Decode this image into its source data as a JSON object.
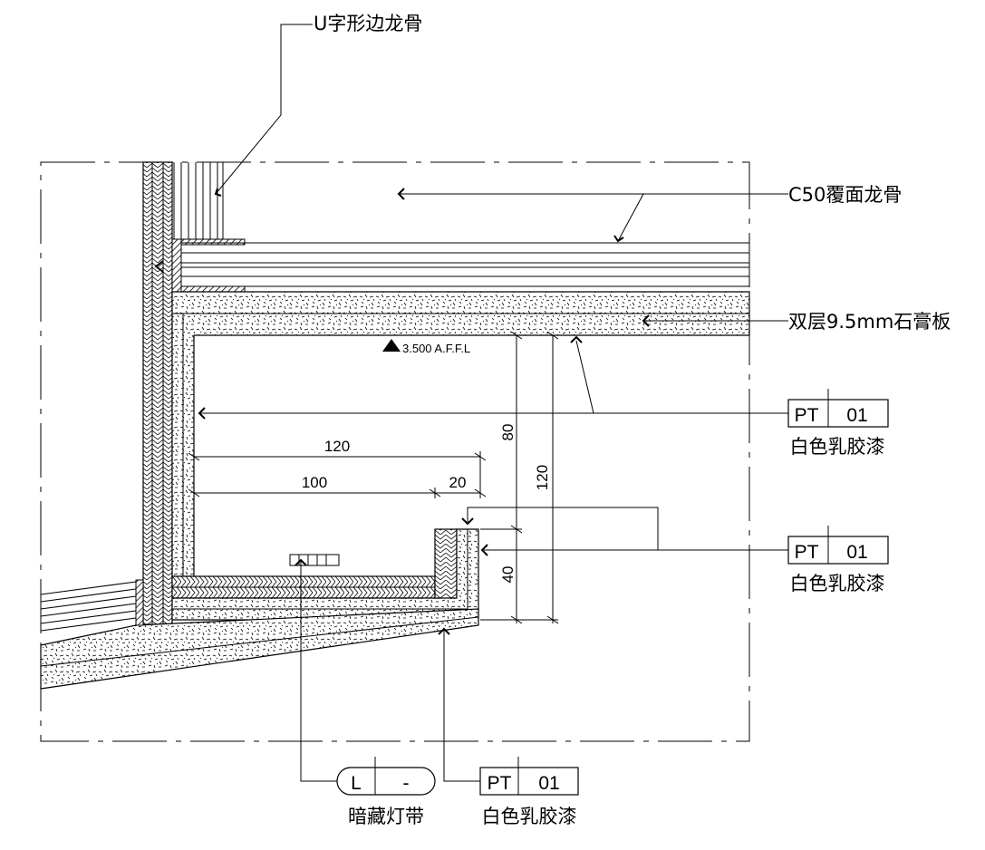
{
  "labels": {
    "u_keel": "U字形边龙骨",
    "c50": "C50覆面龙骨",
    "gypsum": "双层9.5mm石膏板",
    "elevation": "3.500 A.F.F.L",
    "tag1_paint": "白色乳胶漆",
    "tag2_paint": "白色乳胶漆",
    "tag3_paint": "白色乳胶漆",
    "light_strip": "暗藏灯带"
  },
  "tags": {
    "pt1": {
      "code": "PT",
      "num": "01"
    },
    "pt2": {
      "code": "PT",
      "num": "01"
    },
    "pt3": {
      "code": "PT",
      "num": "01"
    },
    "light": {
      "code": "L",
      "num": "-"
    }
  },
  "dimensions": {
    "d120_h": "120",
    "d100": "100",
    "d20": "20",
    "d80": "80",
    "d120_v": "120",
    "d40": "40"
  }
}
